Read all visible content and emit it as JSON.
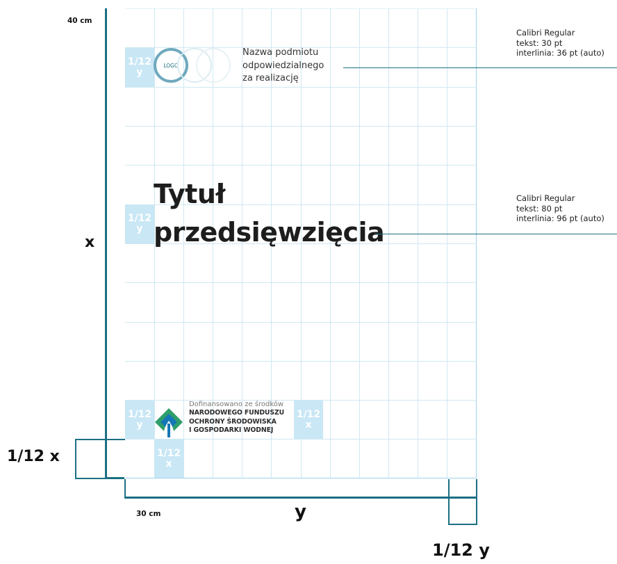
{
  "dimensions": {
    "height_cm": "40 cm",
    "width_cm": "30 cm",
    "x_label": "x",
    "y_label": "y",
    "margin_x_label": "1/12 x",
    "margin_y_label": "1/12 y"
  },
  "grid_cells": {
    "top_left": [
      "1/12",
      "y"
    ],
    "title_left": [
      "1/12",
      "y"
    ],
    "bottom_left": [
      "1/12",
      "y"
    ],
    "bottom_right": [
      "1/12",
      "x"
    ],
    "below_logo": [
      "1/12",
      "x"
    ]
  },
  "header": {
    "logo_text": "LOGO",
    "entity_lines": [
      "Nazwa podmiotu",
      "odpowiedzialnego",
      "za realizację"
    ]
  },
  "title_lines": [
    "Tytuł",
    "przedsięwzięcia"
  ],
  "funding": {
    "lead": "Dofinansowano ze środków",
    "name_lines": [
      "NARODOWEGO FUNDUSZU",
      "OCHRONY ŚRODOWISKA",
      "I GOSPODARKI WODNEJ"
    ]
  },
  "notes": {
    "entity_spec": [
      "Calibri Regular",
      "tekst: 30 pt",
      "interlinia: 36 pt (auto)"
    ],
    "title_spec": [
      "Calibri Regular",
      "tekst: 80 pt",
      "interlinia: 96 pt (auto)"
    ]
  },
  "colors": {
    "accent": "#1b6f82",
    "grid": "#cfe8f3",
    "cell_fill": "#c9e7f5",
    "logo_green": "#2e9e6a",
    "logo_blue": "#1478b6"
  }
}
